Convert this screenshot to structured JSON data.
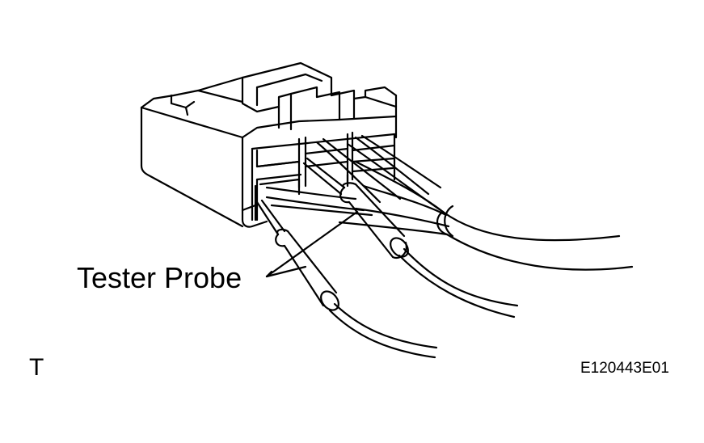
{
  "figure": {
    "callout_label": "Tester Probe",
    "corner_letter": "T",
    "figure_code": "E120443E01"
  },
  "colors": {
    "line": "#000000",
    "background": "#ffffff"
  }
}
